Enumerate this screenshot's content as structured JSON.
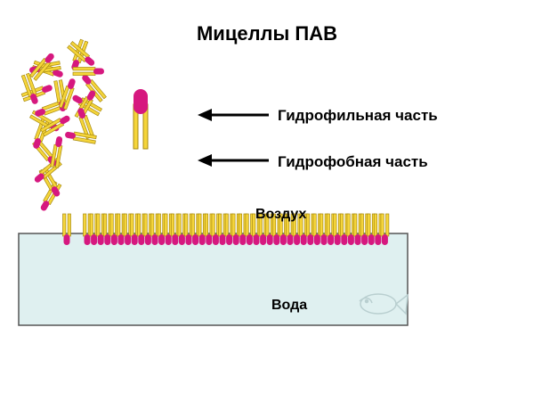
{
  "title": "Мицеллы ПАВ",
  "labels": {
    "hydrophilic": "Гидрофильная часть",
    "hydrophobic": "Гидрофобная часть",
    "air": "Воздух",
    "water": "Вода"
  },
  "colors": {
    "head": "#d6187f",
    "tail": "#f5d53a",
    "tail_outline": "#a88a10",
    "water": "#dff0f0",
    "water_outline": "#555555"
  },
  "icons": [
    "arrow-left-icon",
    "fish-watermark-icon"
  ]
}
